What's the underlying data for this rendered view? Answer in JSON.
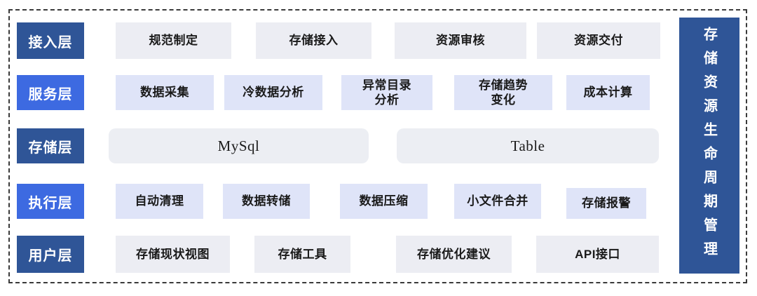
{
  "side_title": "存储资源生命周期管理",
  "colors": {
    "dark_blue": "#2F5597",
    "bright_blue": "#3D6AE1",
    "light_gray_box": "#ECEDF3",
    "light_periwinkle_box": "#DFE4F8",
    "box_text": "#1A1A1A",
    "dashed_border": "#3A3A3A"
  },
  "rows": [
    {
      "label": "接入层",
      "items": [
        "规范制定",
        "存储接入",
        "资源审核",
        "资源交付"
      ]
    },
    {
      "label": "服务层",
      "items": [
        "数据采集",
        "冷数据分析",
        "异常目录\n分析",
        "存储趋势\n变化",
        "成本计算"
      ]
    },
    {
      "label": "存储层",
      "items": [
        "MySql",
        "Table"
      ]
    },
    {
      "label": "执行层",
      "items": [
        "自动清理",
        "数据转储",
        "数据压缩",
        "小文件合并",
        "存储报警"
      ]
    },
    {
      "label": "用户层",
      "items": [
        "存储现状视图",
        "存储工具",
        "存储优化建议",
        "API接口"
      ]
    }
  ]
}
